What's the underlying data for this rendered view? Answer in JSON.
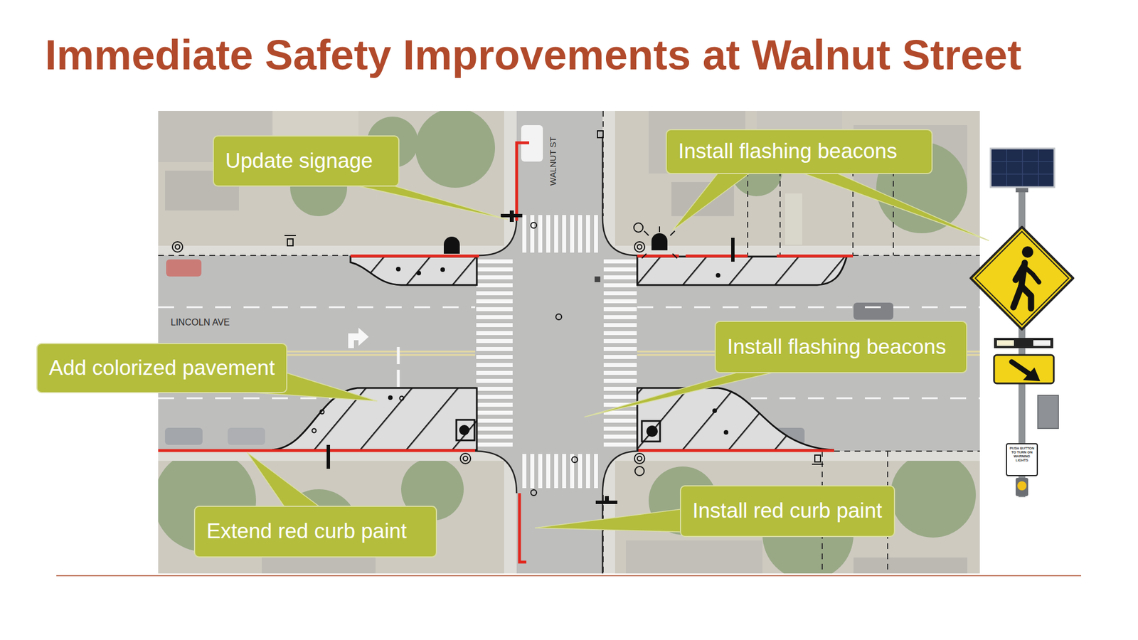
{
  "diagram": {
    "title": "Immediate Safety Improvements at Walnut Street",
    "nodes": [
      {
        "text": [
          "Update signage"
        ]
      },
      {
        "text": [
          "Install flashing beacons"
        ]
      },
      {
        "text": [
          "Add colorized pavement"
        ]
      },
      {
        "text": [
          "Install flashing beacons"
        ]
      },
      {
        "text": [
          "Extend red curb paint"
        ]
      },
      {
        "text": [
          "Install red curb paint"
        ]
      }
    ],
    "labels": [
      "WALNUT ST",
      "LINCOLN AVE",
      "PUSH BUTTON TO TURN ON WARNING LIGHTS"
    ]
  }
}
